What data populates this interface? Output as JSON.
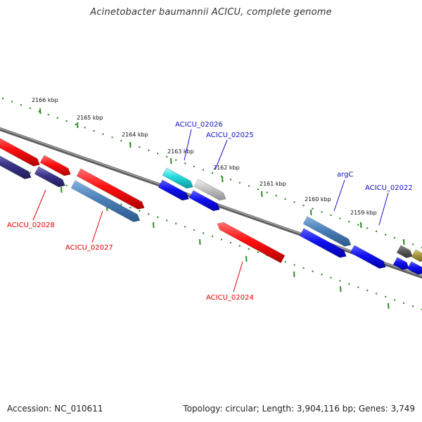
{
  "title": "Acinetobacter baumannii ACICU, complete genome",
  "accession": "Accession: NC_010611",
  "topology": "Topology: circular; Length: 3,904,116 bp; Genes: 3,749",
  "colors": {
    "plus_strand_label": "#1010c8",
    "minus_strand_label": "#e00000",
    "scale": "#2e8b22",
    "backbone": "#888888"
  },
  "scale_labels": [
    "2166 kbp",
    "2165 kbp",
    "2164 kbp",
    "2163 kbp",
    "2162 kbp",
    "2161 kbp",
    "2160 kbp",
    "2159 kbp"
  ],
  "genes": [
    {
      "label": "ACICU_02028",
      "strand": "minus"
    },
    {
      "label": "ACICU_02027",
      "strand": "minus"
    },
    {
      "label": "ACICU_02026",
      "strand": "plus"
    },
    {
      "label": "ACICU_02025",
      "strand": "plus"
    },
    {
      "label": "ACICU_02024",
      "strand": "minus"
    },
    {
      "label": "argC",
      "strand": "plus"
    },
    {
      "label": "ACICU_02022",
      "strand": "plus"
    }
  ]
}
